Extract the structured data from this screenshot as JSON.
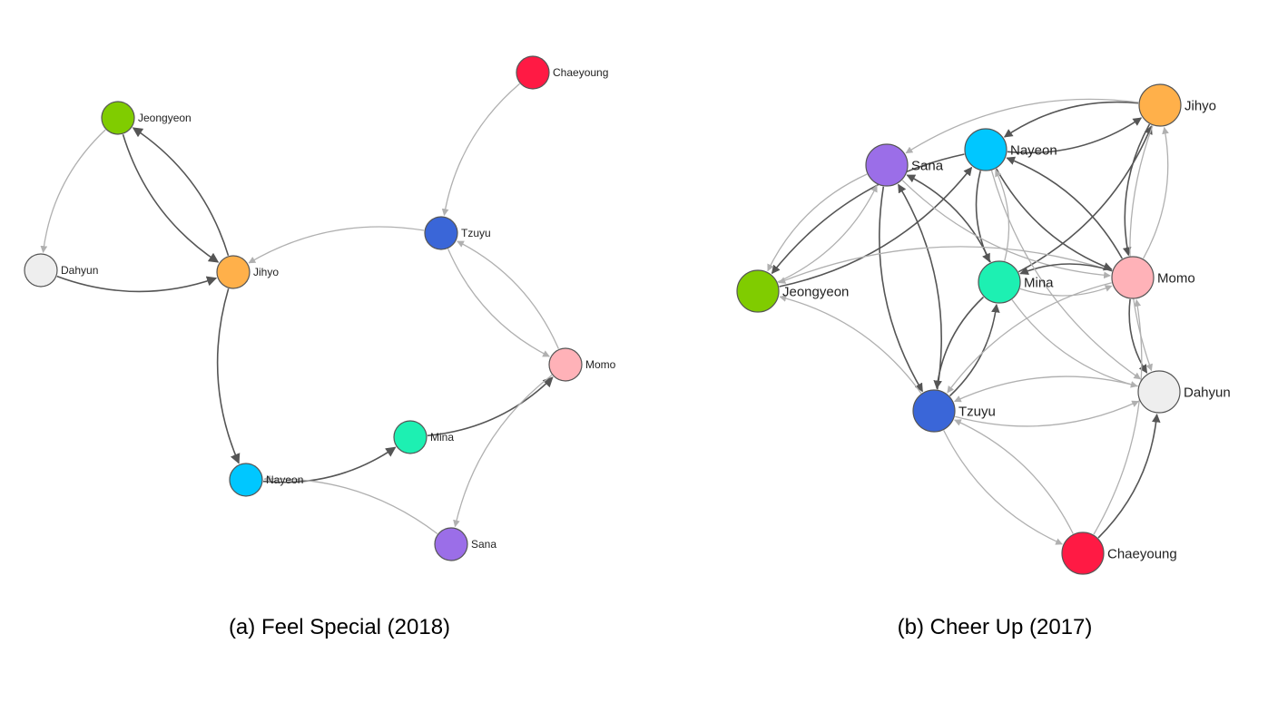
{
  "captions": {
    "a": "(a) Feel Special (2018)",
    "b": "(b) Cheer Up (2017)"
  },
  "colors": {
    "Chaeyoung": "#ff1a44",
    "Jeongyeon": "#80cc00",
    "Dahyun": "#eeeeee",
    "Jihyo": "#ffb04a",
    "Tzuyu": "#3a66d8",
    "Momo": "#ffb2b8",
    "Mina": "#1df0b2",
    "Nayeon": "#00c7ff",
    "Sana": "#9b6ee8",
    "edge_dark": "#555555",
    "edge_light": "#b0b0b0"
  },
  "graphs": [
    {
      "id": "feel-special",
      "nodes": [
        "Chaeyoung",
        "Jeongyeon",
        "Tzuyu",
        "Dahyun",
        "Jihyo",
        "Momo",
        "Mina",
        "Nayeon",
        "Sana"
      ],
      "edges": [
        {
          "from": "Jihyo",
          "to": "Jeongyeon",
          "strength": "dark"
        },
        {
          "from": "Jeongyeon",
          "to": "Jihyo",
          "strength": "dark"
        },
        {
          "from": "Jeongyeon",
          "to": "Dahyun",
          "strength": "light"
        },
        {
          "from": "Dahyun",
          "to": "Jihyo",
          "strength": "dark"
        },
        {
          "from": "Jihyo",
          "to": "Nayeon",
          "strength": "dark"
        },
        {
          "from": "Chaeyoung",
          "to": "Tzuyu",
          "strength": "light"
        },
        {
          "from": "Tzuyu",
          "to": "Jihyo",
          "strength": "light"
        },
        {
          "from": "Tzuyu",
          "to": "Momo",
          "strength": "light"
        },
        {
          "from": "Momo",
          "to": "Tzuyu",
          "strength": "light"
        },
        {
          "from": "Nayeon",
          "to": "Mina",
          "strength": "dark"
        },
        {
          "from": "Mina",
          "to": "Momo",
          "strength": "dark"
        },
        {
          "from": "Momo",
          "to": "Sana",
          "strength": "light"
        },
        {
          "from": "Sana",
          "to": "Nayeon",
          "strength": "light"
        }
      ]
    },
    {
      "id": "cheer-up",
      "nodes": [
        "Jihyo",
        "Nayeon",
        "Sana",
        "Jeongyeon",
        "Mina",
        "Momo",
        "Tzuyu",
        "Dahyun",
        "Chaeyoung"
      ],
      "edges": [
        {
          "from": "Nayeon",
          "to": "Jihyo",
          "strength": "dark"
        },
        {
          "from": "Jihyo",
          "to": "Nayeon",
          "strength": "dark"
        },
        {
          "from": "Mina",
          "to": "Jihyo",
          "strength": "dark"
        },
        {
          "from": "Jihyo",
          "to": "Momo",
          "strength": "dark"
        },
        {
          "from": "Momo",
          "to": "Jihyo",
          "strength": "light"
        },
        {
          "from": "Nayeon",
          "to": "Momo",
          "strength": "dark"
        },
        {
          "from": "Momo",
          "to": "Nayeon",
          "strength": "dark"
        },
        {
          "from": "Nayeon",
          "to": "Mina",
          "strength": "dark"
        },
        {
          "from": "Mina",
          "to": "Nayeon",
          "strength": "light"
        },
        {
          "from": "Jeongyeon",
          "to": "Nayeon",
          "strength": "dark"
        },
        {
          "from": "Nayeon",
          "to": "Jeongyeon",
          "strength": "dark"
        },
        {
          "from": "Mina",
          "to": "Sana",
          "strength": "dark"
        },
        {
          "from": "Tzuyu",
          "to": "Sana",
          "strength": "dark"
        },
        {
          "from": "Sana",
          "to": "Tzuyu",
          "strength": "dark"
        },
        {
          "from": "Sana",
          "to": "Momo",
          "strength": "light"
        },
        {
          "from": "Jihyo",
          "to": "Sana",
          "strength": "light"
        },
        {
          "from": "Jeongyeon",
          "to": "Sana",
          "strength": "light"
        },
        {
          "from": "Sana",
          "to": "Jeongyeon",
          "strength": "light"
        },
        {
          "from": "Momo",
          "to": "Jeongyeon",
          "strength": "light"
        },
        {
          "from": "Tzuyu",
          "to": "Jeongyeon",
          "strength": "light"
        },
        {
          "from": "Mina",
          "to": "Tzuyu",
          "strength": "dark"
        },
        {
          "from": "Tzuyu",
          "to": "Mina",
          "strength": "dark"
        },
        {
          "from": "Momo",
          "to": "Mina",
          "strength": "dark"
        },
        {
          "from": "Mina",
          "to": "Momo",
          "strength": "light"
        },
        {
          "from": "Momo",
          "to": "Dahyun",
          "strength": "dark"
        },
        {
          "from": "Mina",
          "to": "Dahyun",
          "strength": "light"
        },
        {
          "from": "Dahyun",
          "to": "Tzuyu",
          "strength": "light"
        },
        {
          "from": "Tzuyu",
          "to": "Dahyun",
          "strength": "light"
        },
        {
          "from": "Momo",
          "to": "Tzuyu",
          "strength": "light"
        },
        {
          "from": "Chaeyoung",
          "to": "Dahyun",
          "strength": "dark"
        },
        {
          "from": "Chaeyoung",
          "to": "Tzuyu",
          "strength": "light"
        },
        {
          "from": "Tzuyu",
          "to": "Chaeyoung",
          "strength": "light"
        },
        {
          "from": "Chaeyoung",
          "to": "Momo",
          "strength": "light"
        },
        {
          "from": "Jihyo",
          "to": "Dahyun",
          "strength": "light"
        },
        {
          "from": "Nayeon",
          "to": "Dahyun",
          "strength": "light"
        }
      ]
    }
  ]
}
